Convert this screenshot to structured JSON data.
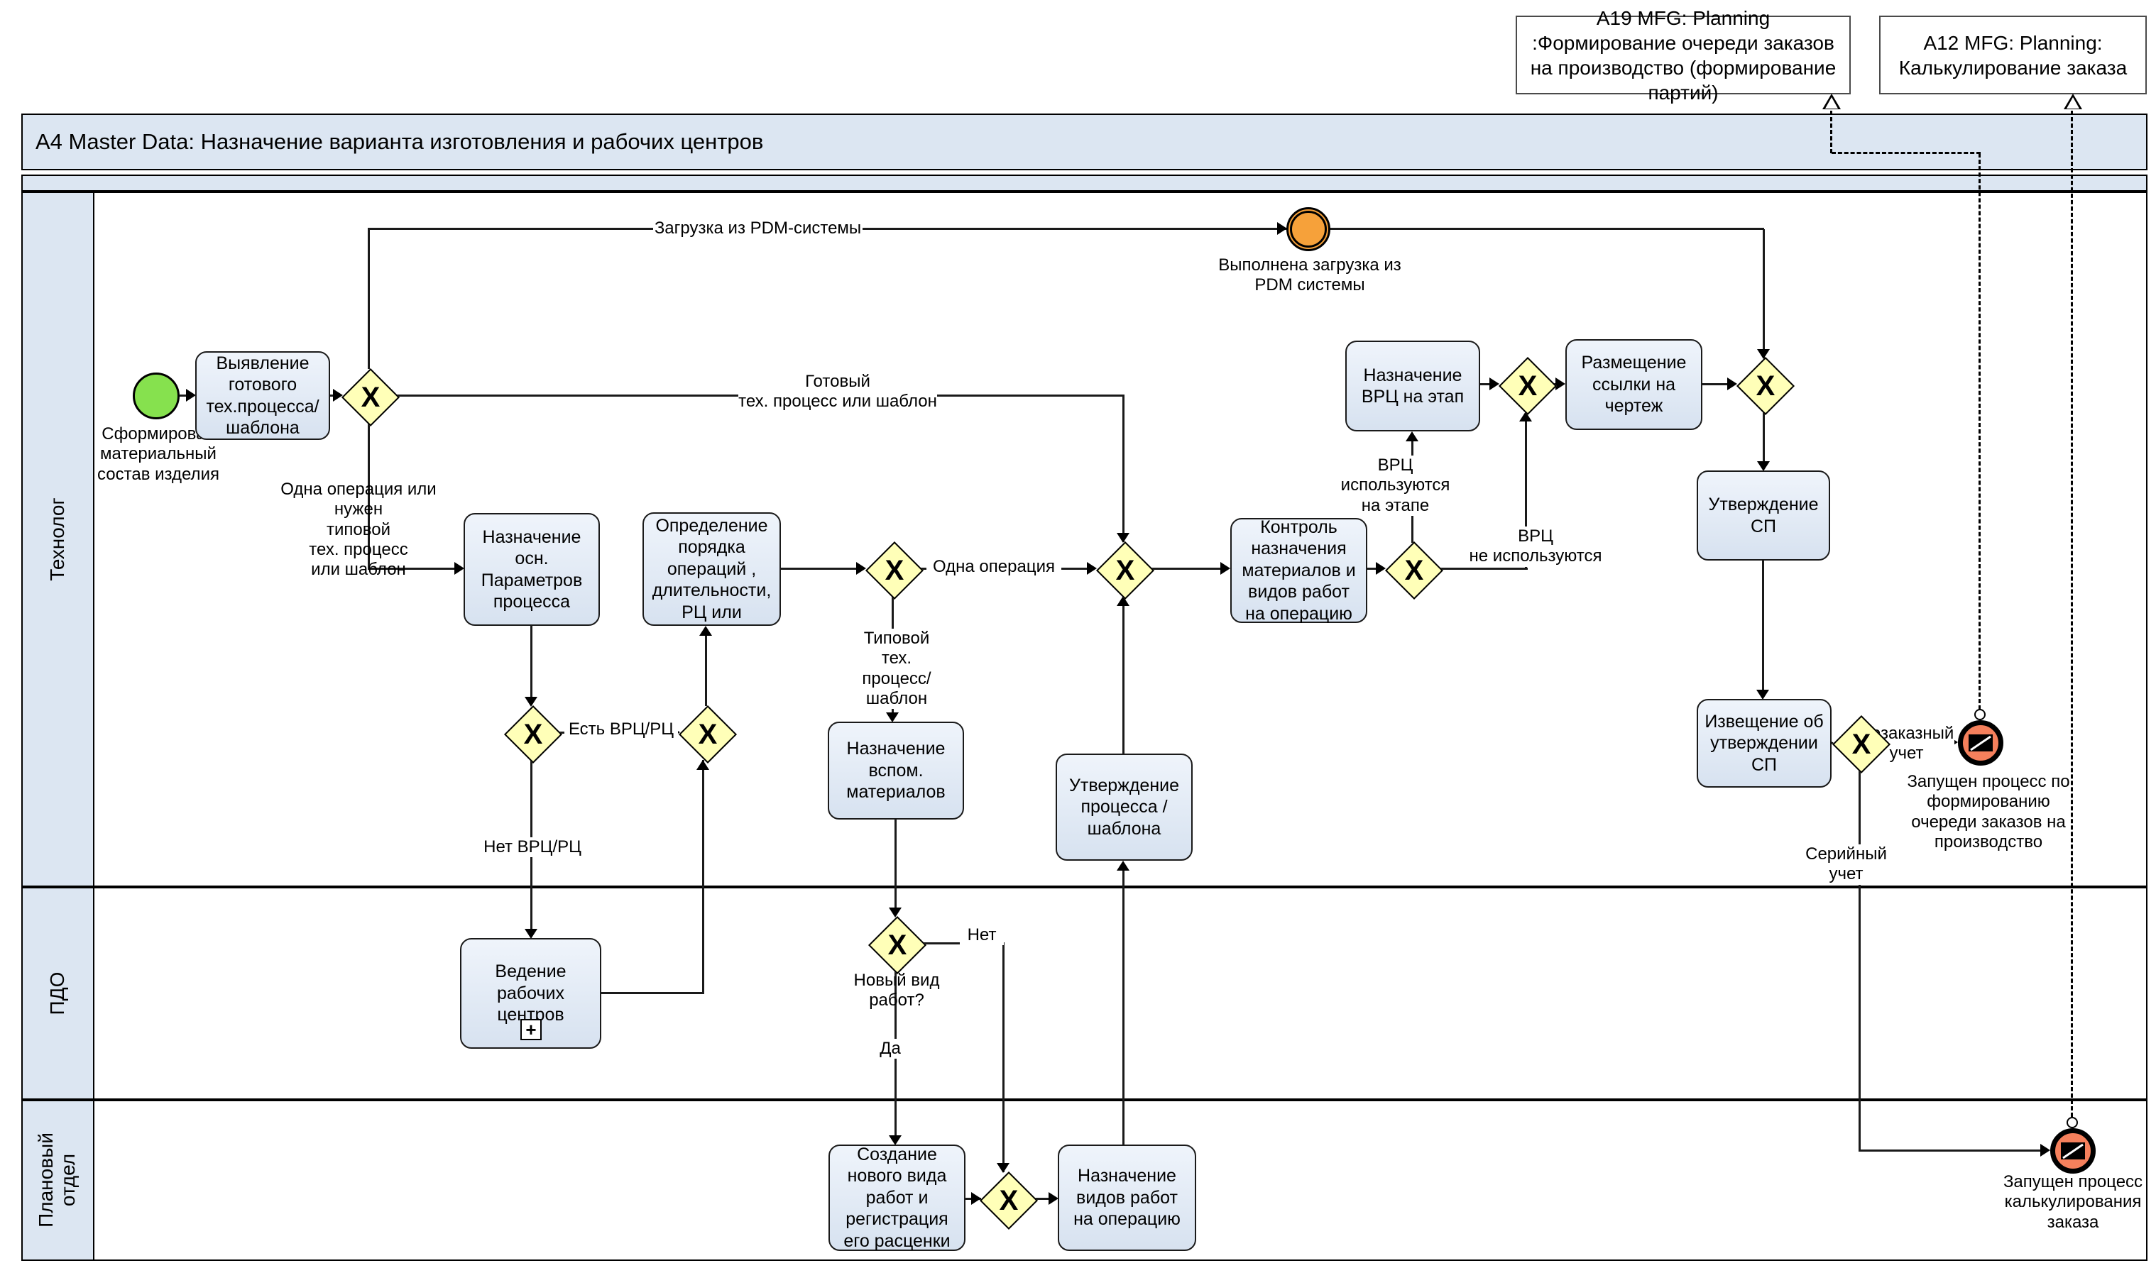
{
  "title": "A4  Master Data: Назначение варианта изготовления и рабочих центров",
  "external": {
    "a19": "A19 MFG: Planning :Формирование очереди заказов на производство (формирование партий)",
    "a12": "A12 MFG: Planning: Калькулирование заказа"
  },
  "lanes": {
    "lane1": "Технолог",
    "lane2": "ПДО",
    "lane3": "Плановый отдел"
  },
  "tasks": {
    "detect": "Выявление готового тех.процесса/ шаблона",
    "params": "Назначение осн. Параметров процесса",
    "order": "Определение порядка операций , длительности, РЦ или",
    "workcenters": "Ведение рабочих центров",
    "auxmat": "Назначение вспом. материалов",
    "approve_process": "Утверждение процесса / шаблона",
    "control": "Контроль назначения материалов и видов работ на операцию",
    "vrc_stage": "Назначение ВРЦ на этап",
    "drawing_link": "Размещение ссылки на чертеж",
    "approve_sp": "Утверждение СП",
    "notify_sp": "Извещение об утверждении СП",
    "new_worktype": "Создание нового вида работ и регистрация его расценки",
    "assign_worktypes": "Назначение видов работ на операцию"
  },
  "events": {
    "start": "Сформирован материальный состав изделия",
    "pdm_done": "Выполнена загрузка из PDM системы",
    "queue_started": "Запущен процесс по формированию очереди заказов на производство",
    "calc_started": "Запущен процесс калькулирования заказа"
  },
  "edge_labels": {
    "pdm_load": "Загрузка из PDM-системы",
    "ready_process": "Готовый\nтех. процесс или шаблон",
    "one_op_or_template": "Одна операция или нужен\nтиповой\nтех. процесс\nили шаблон",
    "has_vrc": "Есть ВРЦ/РЦ",
    "no_vrc": "Нет ВРЦ/РЦ",
    "one_operation": "Одна операция",
    "typical_process": "Типовой\nтех.\nпроцесс/шаблон",
    "vrc_used": "ВРЦ\nиспользуются\nна этапе",
    "vrc_not_used": "ВРЦ\nне используются",
    "new_worktype_q": "Новый вид\nработ?",
    "no": "Нет",
    "yes": "Да",
    "per_order": "Позаказный\nучет",
    "serial": "Серийный учет"
  },
  "gateway_symbol": "X",
  "subprocess_marker": "+",
  "colors": {
    "lane_fill": "#dce6f2",
    "task_fill": "#dfe9f5",
    "gateway_fill": "#ffffb8",
    "start_fill": "#86e14e",
    "pdm_event_fill": "#f6a13a",
    "end_event_fill": "#f5805c",
    "line": "#1a1a1a"
  }
}
